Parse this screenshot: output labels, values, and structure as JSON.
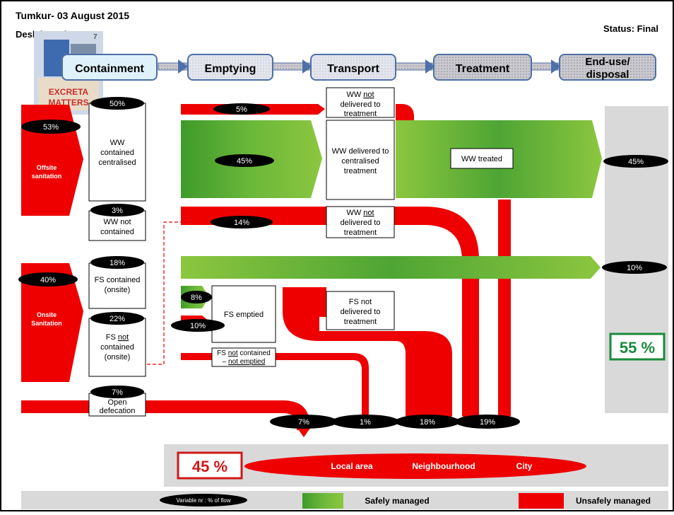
{
  "header": {
    "title": "Tumkur- 03 August 2015",
    "subtitle": "Desk based",
    "status": "Status: Final"
  },
  "logo": {
    "text_line1": "EXCRETA",
    "text_line2": "MATTERS",
    "badge": "7"
  },
  "stages": [
    "Containment",
    "Emptying",
    "Transport",
    "Treatment",
    "End-use/",
    "disposal"
  ],
  "containment": {
    "offsite_label_1": "Offsite",
    "offsite_label_2": "sanitation",
    "offsite_pct": "53%",
    "onsite_label_1": "Onsite",
    "onsite_label_2": "Sanitation",
    "onsite_pct": "40%",
    "ww_contained_pct": "50%",
    "ww_contained_label": [
      "WW",
      "contained",
      "centralised"
    ],
    "ww_not_contained_pct": "3%",
    "ww_not_contained_label": [
      "WW not",
      "contained"
    ],
    "fs_contained_pct": "18%",
    "fs_contained_label": [
      "FS contained",
      "(onsite)"
    ],
    "fs_not_contained_pct": "22%",
    "fs_not_contained_label": [
      "FS ",
      "not",
      " ",
      "contained",
      "(onsite)"
    ],
    "open_def_pct": "7%",
    "open_def_label": [
      "Open",
      "defecation"
    ]
  },
  "flows": {
    "ww_not_delivered_top_pct": "5%",
    "ww_delivered_pct": "45%",
    "ww_not_contained_flow_pct": "14%",
    "fs_contained_flow_pct": "10%",
    "fs_emptied_safe_pct": "8%",
    "fs_emptied_unsafe_pct": "10%"
  },
  "boxes": {
    "ww_not_delivered_1": [
      "WW ",
      "not",
      "delivered to",
      "treatment"
    ],
    "ww_delivered": [
      "WW delivered to",
      "centralised",
      "treatment"
    ],
    "ww_treated": "WW treated",
    "ww_not_delivered_2": [
      "WW ",
      "not",
      "delivered to",
      "treatment"
    ],
    "fs_emptied": "FS emptied",
    "fs_not_delivered": [
      "FS  not",
      "delivered to",
      "treatment"
    ],
    "fs_not_contained_not_emptied": [
      "FS ",
      "not",
      " contained",
      "– ",
      "not emptied"
    ]
  },
  "outcomes": {
    "end_use_ww_pct": "45%",
    "end_use_fs_pct": "10%",
    "safe_total": "55 %",
    "unsafe_total": "45 %",
    "drop_pcts": [
      "7%",
      "1%",
      "18%",
      "19%"
    ]
  },
  "bottom": {
    "local": "Local area",
    "neighbourhood": "Neighbourhood",
    "city": "City"
  },
  "legend": {
    "variable": "Variable nr  :  % of flow",
    "safe": "Safely managed",
    "unsafe": "Unsafely managed"
  },
  "colors": {
    "unsafe": "#ee0000",
    "safe_light": "#8cc63f",
    "safe_dark": "#3f9a2a",
    "grey": "#d9d9d9",
    "stage_blue": "#4f6fa8",
    "total_green": "#1a8a3a",
    "total_red": "#d01818"
  }
}
